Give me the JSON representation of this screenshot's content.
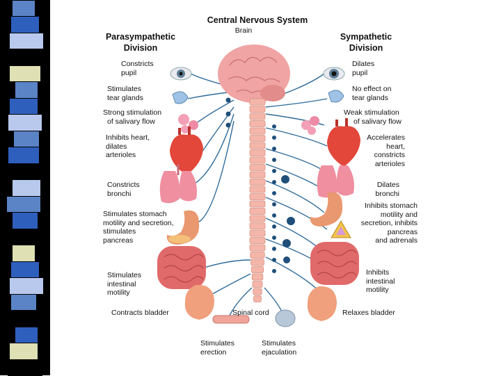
{
  "strip": {
    "colors": [
      "#5b84c6",
      "#2e5fbd",
      "#b9c9ee",
      "#000000",
      "#dfe0b4",
      "#5b84c6",
      "#2e5fbd",
      "#b9c9ee",
      "#5b84c6",
      "#2e5fbd",
      "#000000",
      "#b9c9ee",
      "#5b84c6",
      "#2e5fbd",
      "#000000",
      "#dfe0b4",
      "#2e5fbd",
      "#b9c9ee",
      "#5b84c6",
      "#000000",
      "#2e5fbd",
      "#dfe0b4",
      "#000000"
    ]
  },
  "diagram": {
    "title": "Central Nervous System",
    "brain_label": "Brain",
    "spinal_label": "Spinal cord",
    "para_title_1": "Parasympathetic",
    "para_title_2": "Division",
    "symp_title_1": "Sympathetic",
    "symp_title_2": "Division",
    "left_labels": [
      [
        "Constricts",
        "pupil"
      ],
      [
        "Stimulates",
        "tear glands"
      ],
      [
        "Strong stimulation",
        "of salivary flow"
      ],
      [
        "Inhibits heart,",
        "dilates",
        "arterioles"
      ],
      [
        "Constricts",
        "bronchi"
      ],
      [
        "Stimulates stomach",
        "motility and secretion,",
        "stimulates",
        "pancreas"
      ],
      [
        "Stimulates",
        "intestinal",
        "motility"
      ],
      [
        "Contracts bladder"
      ]
    ],
    "right_labels": [
      [
        "Dilates",
        "pupil"
      ],
      [
        "No effect on",
        "tear glands"
      ],
      [
        "Weak stimulation",
        "of salivary flow"
      ],
      [
        "Accelerates",
        "heart,",
        "constricts",
        "arterioles"
      ],
      [
        "Dilates",
        "bronchi"
      ],
      [
        "Inhibits stomach",
        "motility and",
        "secretion, inhibits",
        "pancreas",
        "and adrenals"
      ],
      [
        "Inhibits",
        "intestinal",
        "motility"
      ],
      [
        "Relaxes bladder"
      ]
    ],
    "bottom_left": [
      "Stimulates",
      "erection"
    ],
    "bottom_right": [
      "Stimulates",
      "ejaculation"
    ],
    "colors": {
      "nerve": "#2f6b9a",
      "ganglion": "#1f4f7a",
      "brain": "#f0a4a4",
      "spine": "#f4b6a8",
      "heart": "#e2473a",
      "lung": "#ef8fa0",
      "stomach": "#e9986f",
      "intestine": "#e06a6a",
      "bladder": "#f0a07c",
      "eye": "#5f7f96"
    }
  }
}
